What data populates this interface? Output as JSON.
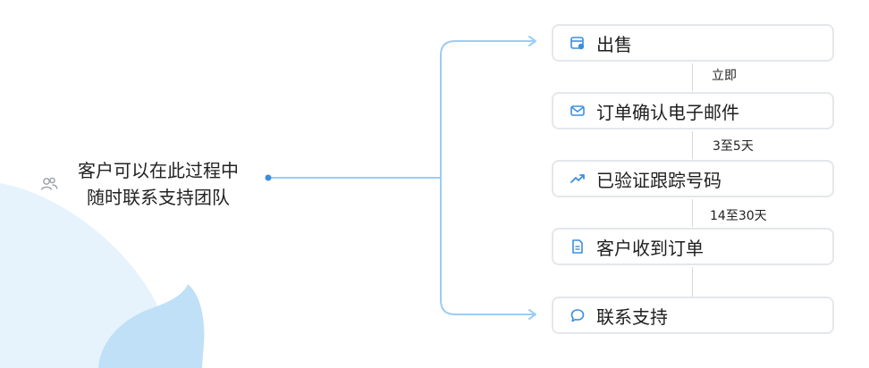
{
  "colors": {
    "accent": "#3d8ee0",
    "connector": "#9ccdf3",
    "decor_light": "#e6f3fc",
    "decor_mid": "#bfe0f6",
    "card_border": "#e4e7eb"
  },
  "source": {
    "icon": "people-icon",
    "lines": [
      "客户可以在此过程中",
      "随时联系支持团队"
    ]
  },
  "steps": [
    {
      "icon": "store-icon",
      "label": "出售"
    },
    {
      "icon": "mail-icon",
      "label": "订单确认电子邮件"
    },
    {
      "icon": "trend-icon",
      "label": "已验证跟踪号码"
    },
    {
      "icon": "document-icon",
      "label": "客户收到订单"
    },
    {
      "icon": "chat-bubble-icon",
      "label": "联系支持"
    }
  ],
  "gaps": [
    "立即",
    "3至5天",
    "14至30天"
  ]
}
